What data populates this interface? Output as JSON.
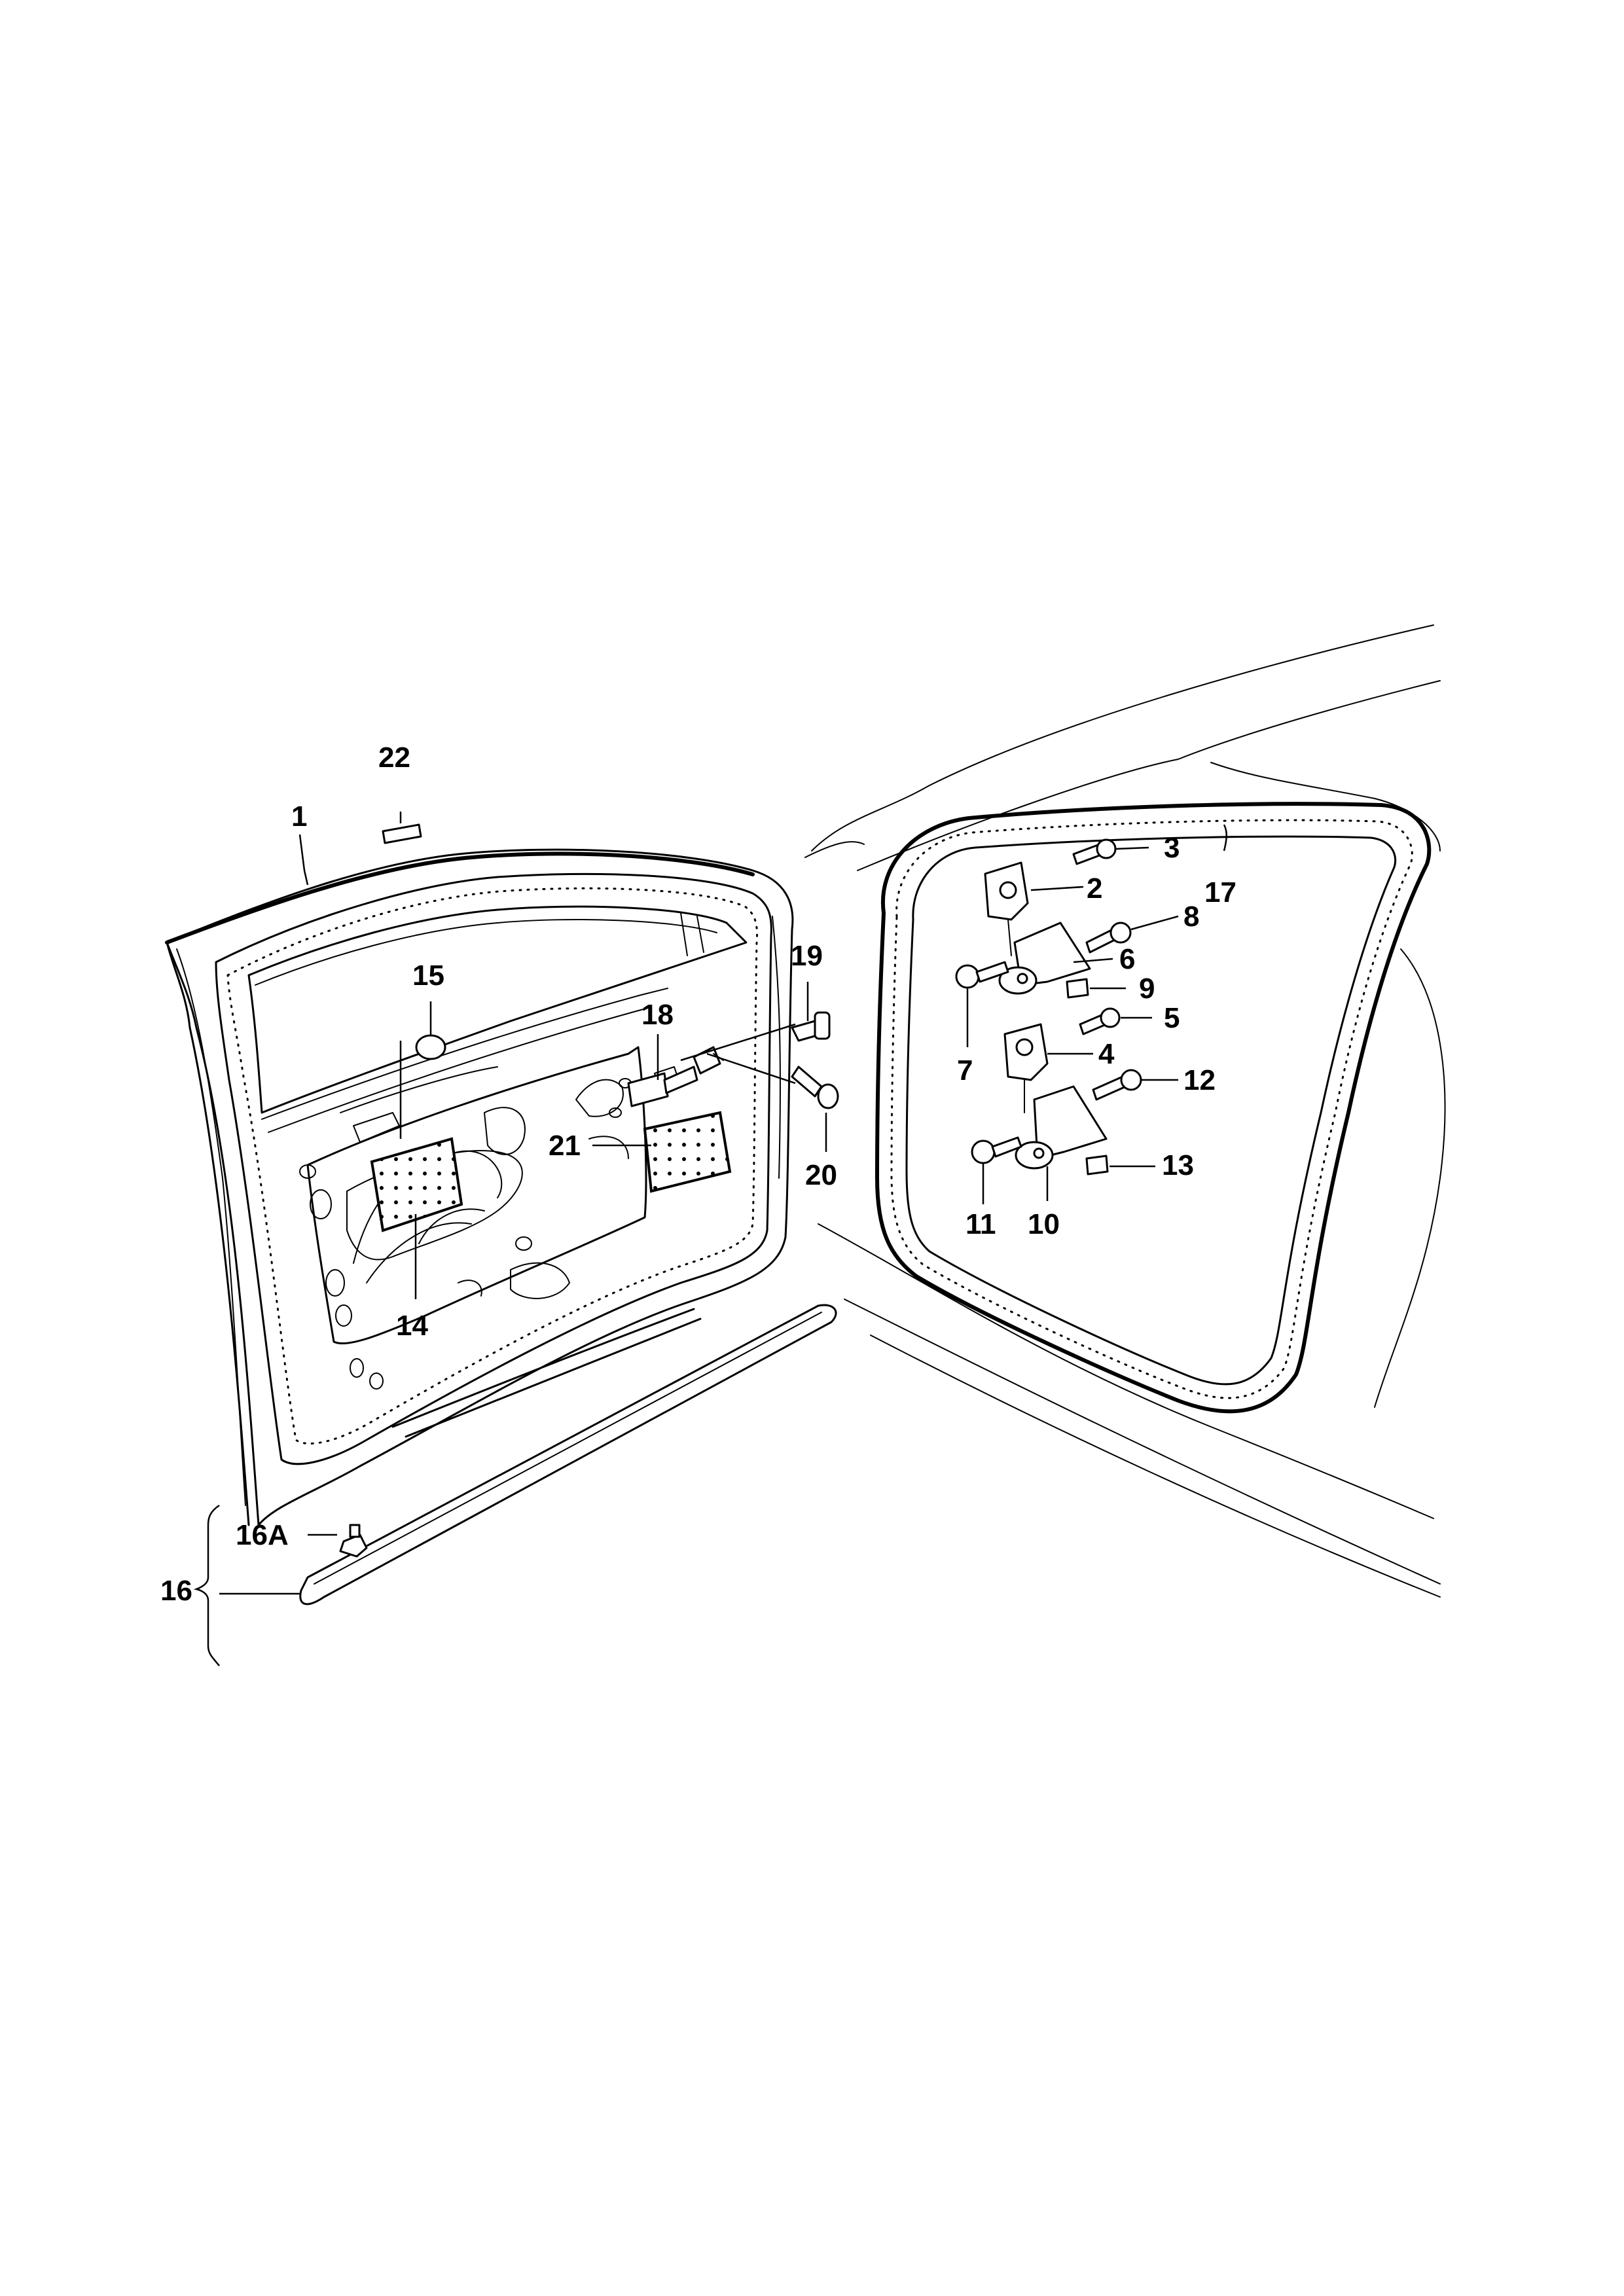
{
  "diagram": {
    "labels": {
      "p1": "1",
      "p2": "2",
      "p3": "3",
      "p4": "4",
      "p5": "5",
      "p6": "6",
      "p7": "7",
      "p8": "8",
      "p9": "9",
      "p10": "10",
      "p11": "11",
      "p12": "12",
      "p13": "13",
      "p14": "14",
      "p15": "15",
      "p16": "16",
      "p16a": "16A",
      "p17": "17",
      "p18": "18",
      "p19": "19",
      "p20": "20",
      "p21": "21",
      "p22": "22"
    }
  }
}
